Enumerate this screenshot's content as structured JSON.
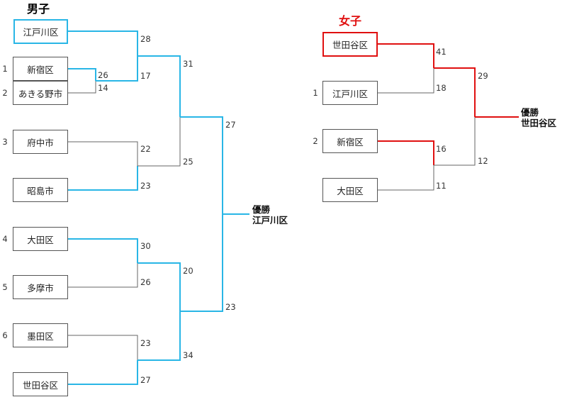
{
  "boys": {
    "title": "男子",
    "teams": [
      {
        "name": "江戸川区",
        "seed": ""
      },
      {
        "name": "新宿区",
        "seed": "1"
      },
      {
        "name": "あきる野市",
        "seed": "2"
      },
      {
        "name": "府中市",
        "seed": "3"
      },
      {
        "name": "昭島市",
        "seed": ""
      },
      {
        "name": "大田区",
        "seed": "4"
      },
      {
        "name": "多摩市",
        "seed": "5"
      },
      {
        "name": "墨田区",
        "seed": "6"
      },
      {
        "name": "世田谷区",
        "seed": ""
      }
    ],
    "scores": [
      "26",
      "14",
      "28",
      "17",
      "22",
      "23",
      "30",
      "26",
      "23",
      "27",
      "31",
      "25",
      "20",
      "34",
      "27",
      "23"
    ],
    "champion_label": "優勝",
    "champion_name": "江戸川区",
    "line_color": "#29b6e6"
  },
  "girls": {
    "title": "女子",
    "teams": [
      {
        "name": "世田谷区",
        "seed": ""
      },
      {
        "name": "江戸川区",
        "seed": "1"
      },
      {
        "name": "新宿区",
        "seed": "2"
      },
      {
        "name": "大田区",
        "seed": ""
      }
    ],
    "scores": [
      "41",
      "18",
      "16",
      "11",
      "29",
      "12"
    ],
    "champion_label": "優勝",
    "champion_name": "世田谷区",
    "title_color": "#e01010",
    "line_color": "#e01010"
  },
  "neutral_line_color": "#666666"
}
